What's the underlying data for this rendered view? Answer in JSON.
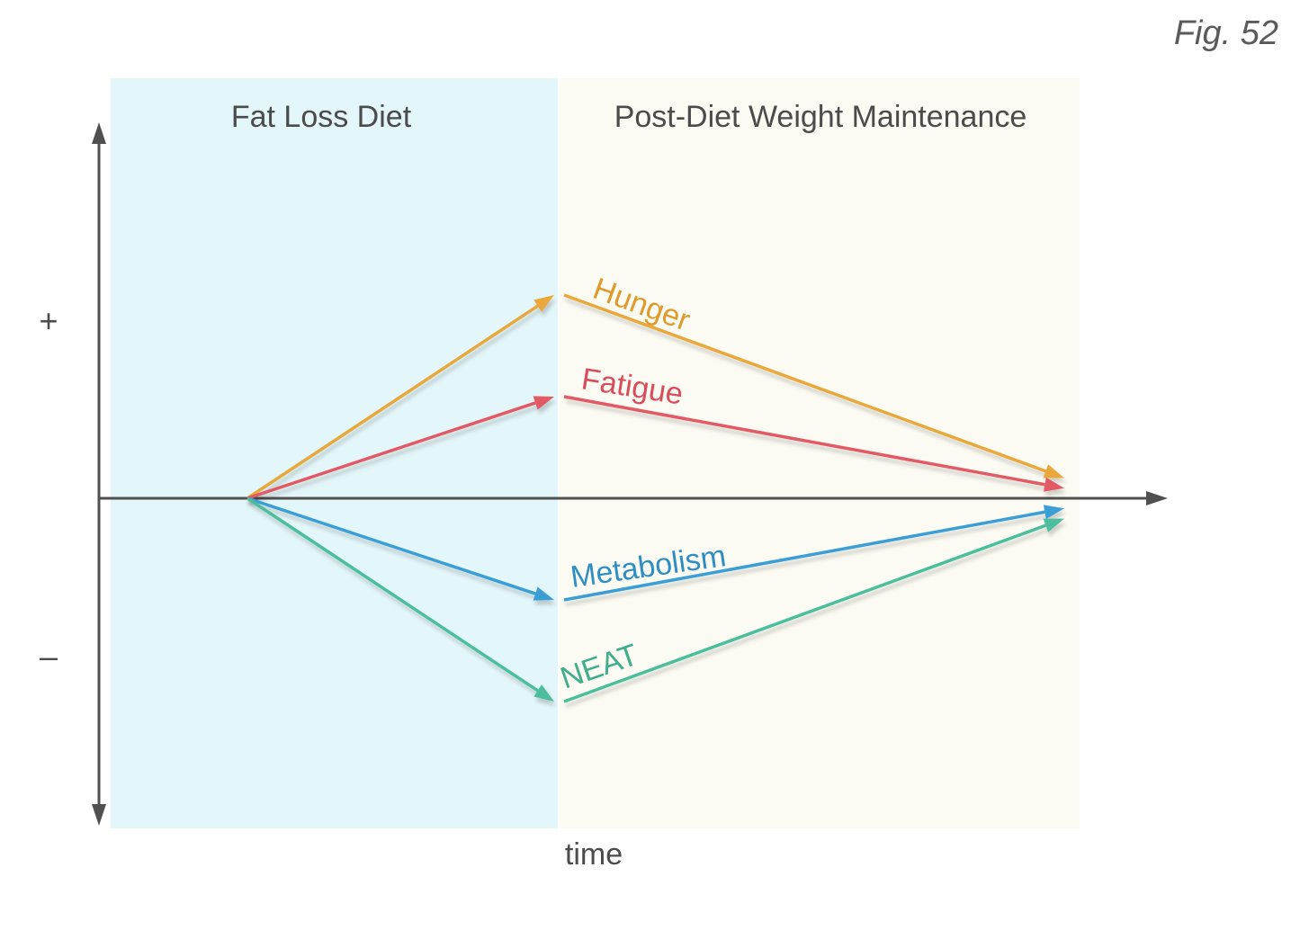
{
  "figure_label": "Fig. 52",
  "phases": [
    {
      "title": "Fat Loss Diet",
      "color": "#e3f6f9"
    },
    {
      "title": "Post-Diet Weight Maintenance",
      "color": "#fbfbf3"
    }
  ],
  "axes": {
    "plus": "+",
    "minus": "–",
    "x_label": "time",
    "color": "#505050"
  },
  "series": [
    {
      "name": "Hunger",
      "color": "#e8a83b",
      "label_color": "#e09a2a",
      "start": 0,
      "peak": 2.0,
      "end": 0.2
    },
    {
      "name": "Fatigue",
      "color": "#e25a63",
      "label_color": "#d94d5a",
      "start": 0,
      "peak": 1.0,
      "end": 0.1
    },
    {
      "name": "Metabolism",
      "color": "#3b9fd6",
      "label_color": "#2e8ec4",
      "start": 0,
      "peak": -1.0,
      "end": -0.1
    },
    {
      "name": "NEAT",
      "color": "#4cbf9d",
      "label_color": "#3fae8c",
      "start": 0,
      "peak": -2.0,
      "end": -0.2
    }
  ]
}
